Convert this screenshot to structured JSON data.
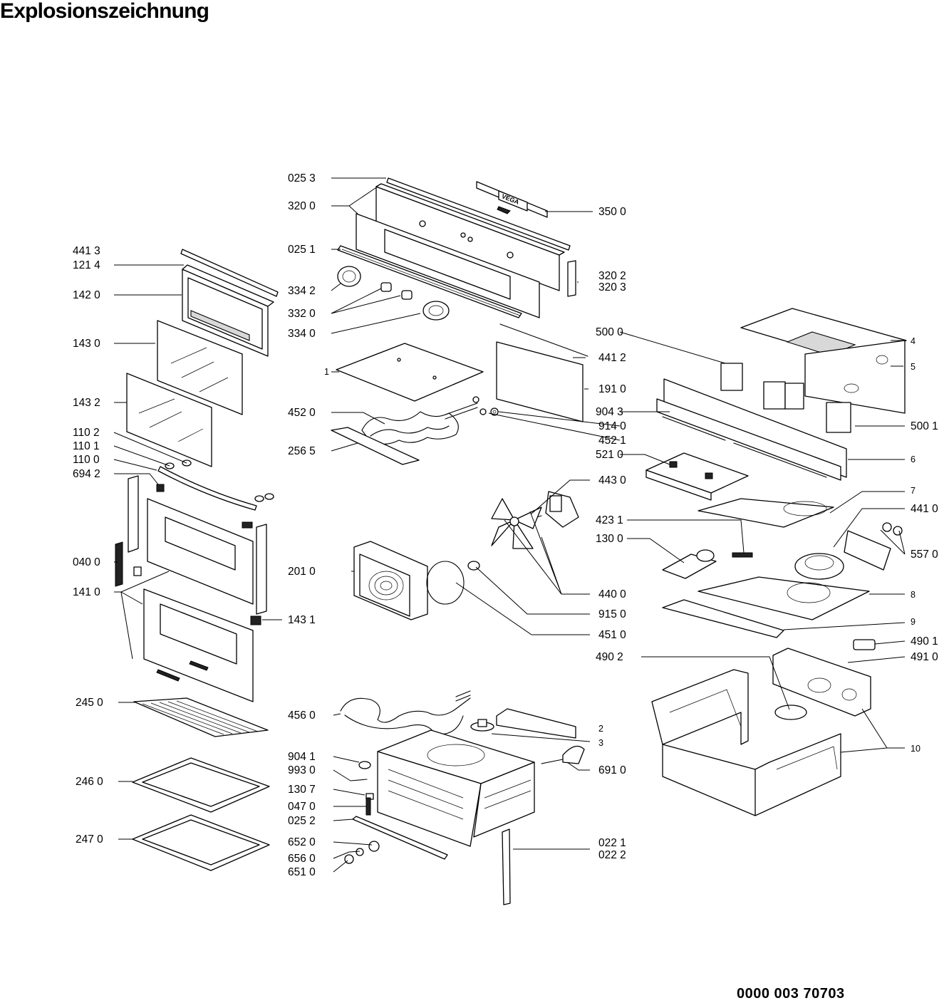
{
  "title": "Explosionszeichnung",
  "document_number": "0000 003 70703",
  "brand_mark": "VEGA",
  "callouts": [
    {
      "id": "c-0253",
      "text": "025 3"
    },
    {
      "id": "c-3200",
      "text": "320 0"
    },
    {
      "id": "c-3500",
      "text": "350 0"
    },
    {
      "id": "c-0251",
      "text": "025 1"
    },
    {
      "id": "c-3342",
      "text": "334 2"
    },
    {
      "id": "c-3320",
      "text": "332 0"
    },
    {
      "id": "c-3340",
      "text": "334 0"
    },
    {
      "id": "c-3202",
      "text": "320 2"
    },
    {
      "id": "c-3203",
      "text": "320 3"
    },
    {
      "id": "c-4413",
      "text": "441 3"
    },
    {
      "id": "c-1214",
      "text": "121 4"
    },
    {
      "id": "c-1420",
      "text": "142 0"
    },
    {
      "id": "c-1430",
      "text": "143 0"
    },
    {
      "id": "c-1432",
      "text": "143 2"
    },
    {
      "id": "c-1102",
      "text": "110 2"
    },
    {
      "id": "c-1101",
      "text": "110 1"
    },
    {
      "id": "c-1100",
      "text": "110 0"
    },
    {
      "id": "c-6942",
      "text": "694 2"
    },
    {
      "id": "c-0400",
      "text": "040 0"
    },
    {
      "id": "c-1410",
      "text": "141 0"
    },
    {
      "id": "c-1431",
      "text": "143 1"
    },
    {
      "id": "c-5000",
      "text": "500 0"
    },
    {
      "id": "c-4412",
      "text": "441 2"
    },
    {
      "id": "c-1910",
      "text": "191 0"
    },
    {
      "id": "c-9043",
      "text": "904 3"
    },
    {
      "id": "c-9140",
      "text": "914 0"
    },
    {
      "id": "c-4521",
      "text": "452 1"
    },
    {
      "id": "c-5210",
      "text": "521 0"
    },
    {
      "id": "c-4520",
      "text": "452 0"
    },
    {
      "id": "c-2565",
      "text": "256 5"
    },
    {
      "id": "c-5001",
      "text": "500 1"
    },
    {
      "id": "c-4430",
      "text": "443 0"
    },
    {
      "id": "c-4231",
      "text": "423 1"
    },
    {
      "id": "c-1300",
      "text": "130 0"
    },
    {
      "id": "c-4410",
      "text": "441 0"
    },
    {
      "id": "c-5570",
      "text": "557 0"
    },
    {
      "id": "c-2010",
      "text": "201 0"
    },
    {
      "id": "c-4400",
      "text": "440 0"
    },
    {
      "id": "c-9150",
      "text": "915 0"
    },
    {
      "id": "c-4510",
      "text": "451 0"
    },
    {
      "id": "c-4901",
      "text": "490 1"
    },
    {
      "id": "c-4902",
      "text": "490 2"
    },
    {
      "id": "c-4910",
      "text": "491 0"
    },
    {
      "id": "c-2450",
      "text": "245 0"
    },
    {
      "id": "c-4560",
      "text": "456 0"
    },
    {
      "id": "c-2460",
      "text": "246 0"
    },
    {
      "id": "c-2470",
      "text": "247 0"
    },
    {
      "id": "c-9041",
      "text": "904 1"
    },
    {
      "id": "c-9930",
      "text": "993 0"
    },
    {
      "id": "c-1307",
      "text": "130 7"
    },
    {
      "id": "c-0470",
      "text": "047 0"
    },
    {
      "id": "c-0252",
      "text": "025 2"
    },
    {
      "id": "c-6520",
      "text": "652 0"
    },
    {
      "id": "c-6560",
      "text": "656 0"
    },
    {
      "id": "c-6510",
      "text": "651 0"
    },
    {
      "id": "c-6910",
      "text": "691 0"
    },
    {
      "id": "c-0221",
      "text": "022 1"
    },
    {
      "id": "c-0222",
      "text": "022 2"
    },
    {
      "id": "c-n1",
      "text": "1"
    },
    {
      "id": "c-n2",
      "text": "2"
    },
    {
      "id": "c-n3",
      "text": "3"
    },
    {
      "id": "c-n4",
      "text": "4"
    },
    {
      "id": "c-n5",
      "text": "5"
    },
    {
      "id": "c-n6",
      "text": "6"
    },
    {
      "id": "c-n7",
      "text": "7"
    },
    {
      "id": "c-n8",
      "text": "8"
    },
    {
      "id": "c-n9",
      "text": "9"
    },
    {
      "id": "c-n10",
      "text": "10"
    }
  ]
}
